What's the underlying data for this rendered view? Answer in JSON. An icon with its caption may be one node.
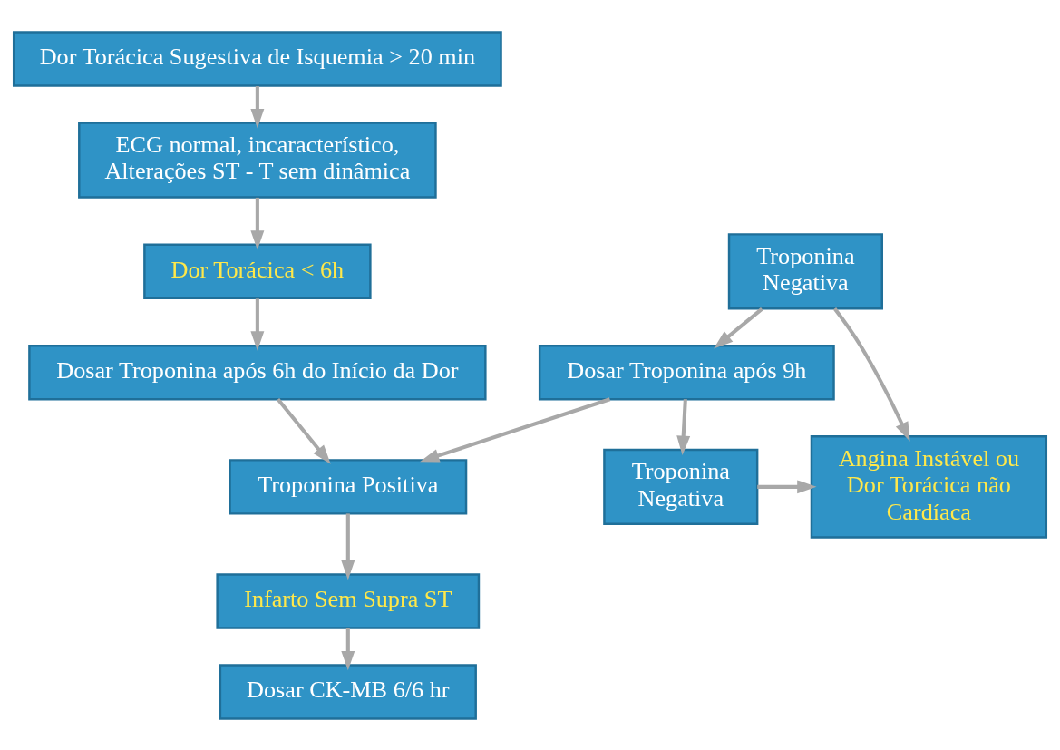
{
  "diagram": {
    "nodes": [
      {
        "text": [
          "Dor Torácica Sugestiva de Isquemia > 20 min"
        ]
      },
      {
        "text": [
          "ECG normal, incaracterístico, Alterações ST - T sem dinâmica"
        ]
      },
      {
        "text": [
          "Dor Torácica < 6h"
        ]
      },
      {
        "text": [
          "Dosar Troponina após 6h do Início da Dor"
        ]
      },
      {
        "text": [
          "Troponina Negativa"
        ]
      },
      {
        "text": [
          "Dosar Troponina após 9h"
        ]
      },
      {
        "text": [
          "Troponina Positiva"
        ]
      },
      {
        "text": [
          "Troponina Negativa"
        ]
      },
      {
        "text": [
          "Angina Instável ou Dor Torácica não Cardíaca"
        ]
      },
      {
        "text": [
          "Infarto Sem Supra ST"
        ]
      },
      {
        "text": [
          "Dosar CK-MB 6/6 hr"
        ]
      }
    ],
    "edges": [
      {
        "from": 0,
        "to": 1,
        "arrow": "to"
      },
      {
        "from": 1,
        "to": 2,
        "arrow": "to"
      },
      {
        "from": 2,
        "to": 3,
        "arrow": "to"
      },
      {
        "from": 3,
        "to": 6,
        "arrow": "to"
      },
      {
        "from": 4,
        "to": 5,
        "arrow": "to"
      },
      {
        "from": 4,
        "to": 8,
        "arrow": "to"
      },
      {
        "from": 5,
        "to": 6,
        "arrow": "to"
      },
      {
        "from": 5,
        "to": 7,
        "arrow": "to"
      },
      {
        "from": 7,
        "to": 8,
        "arrow": "to"
      },
      {
        "from": 6,
        "to": 9,
        "arrow": "to"
      },
      {
        "from": 9,
        "to": 10,
        "arrow": "to"
      }
    ]
  }
}
